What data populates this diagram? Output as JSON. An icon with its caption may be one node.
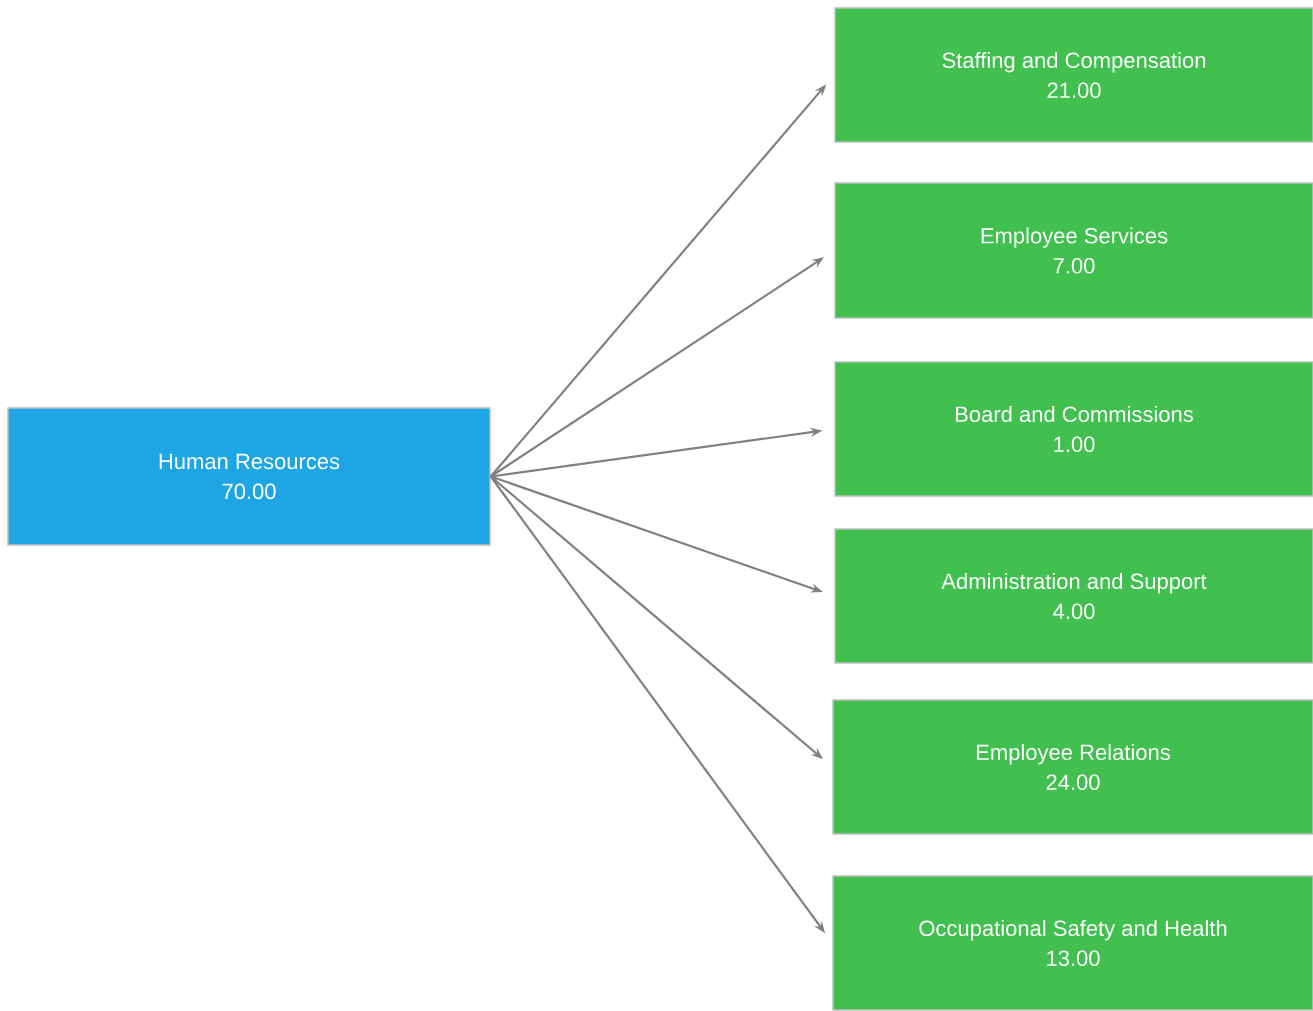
{
  "diagram": {
    "nodes": [
      {
        "text": [
          "Human Resources",
          "70.00"
        ]
      },
      {
        "text": [
          "Staffing and Compensation",
          "21.00"
        ]
      },
      {
        "text": [
          "Employee Services",
          "7.00"
        ]
      },
      {
        "text": [
          "Board and Commissions",
          "1.00"
        ]
      },
      {
        "text": [
          "Administration and Support",
          "4.00"
        ]
      },
      {
        "text": [
          "Employee Relations",
          "24.00"
        ]
      },
      {
        "text": [
          "Occupational Safety and Health",
          "13.00"
        ]
      }
    ],
    "edges": [
      {
        "from": 0,
        "to": 1,
        "arrow": "to"
      },
      {
        "from": 0,
        "to": 2,
        "arrow": "to"
      },
      {
        "from": 0,
        "to": 3,
        "arrow": "to"
      },
      {
        "from": 0,
        "to": 4,
        "arrow": "to"
      },
      {
        "from": 0,
        "to": 5,
        "arrow": "to"
      },
      {
        "from": 0,
        "to": 6,
        "arrow": "to"
      }
    ]
  }
}
